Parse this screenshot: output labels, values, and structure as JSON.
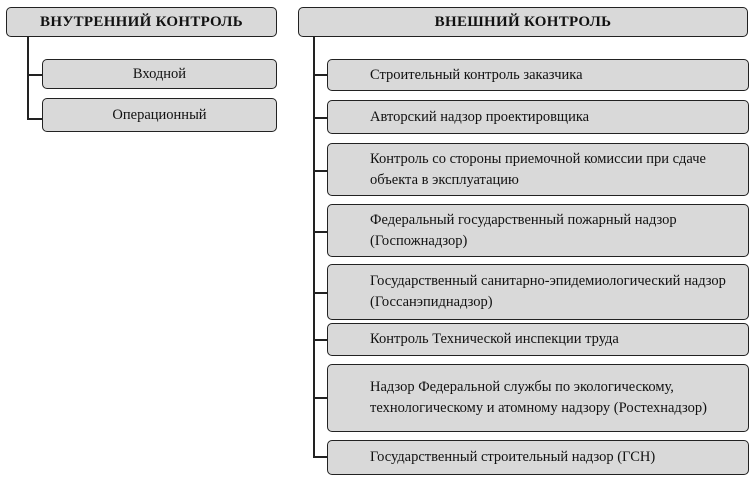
{
  "internal": {
    "title": "ВНУТРЕННИЙ КОНТРОЛЬ",
    "items": [
      "Входной",
      "Операционный"
    ]
  },
  "external": {
    "title": "ВНЕШНИЙ КОНТРОЛЬ",
    "items": [
      "Строительный контроль заказчика",
      "Авторский надзор проектировщика",
      "Контроль со стороны приемочной комиссии при сдаче объекта в эксплуатацию",
      "Федеральный государственный пожарный надзор (Госпожнадзор)",
      "Государственный санитарно-эпидемиологический надзор (Госсанэпиднадзор)",
      "Контроль Технической инспекции труда",
      "Надзор Федеральной службы по экологическому, технологическому и атомному надзору (Ростехнадзор)",
      "Государственный строительный надзор (ГСН)"
    ]
  }
}
